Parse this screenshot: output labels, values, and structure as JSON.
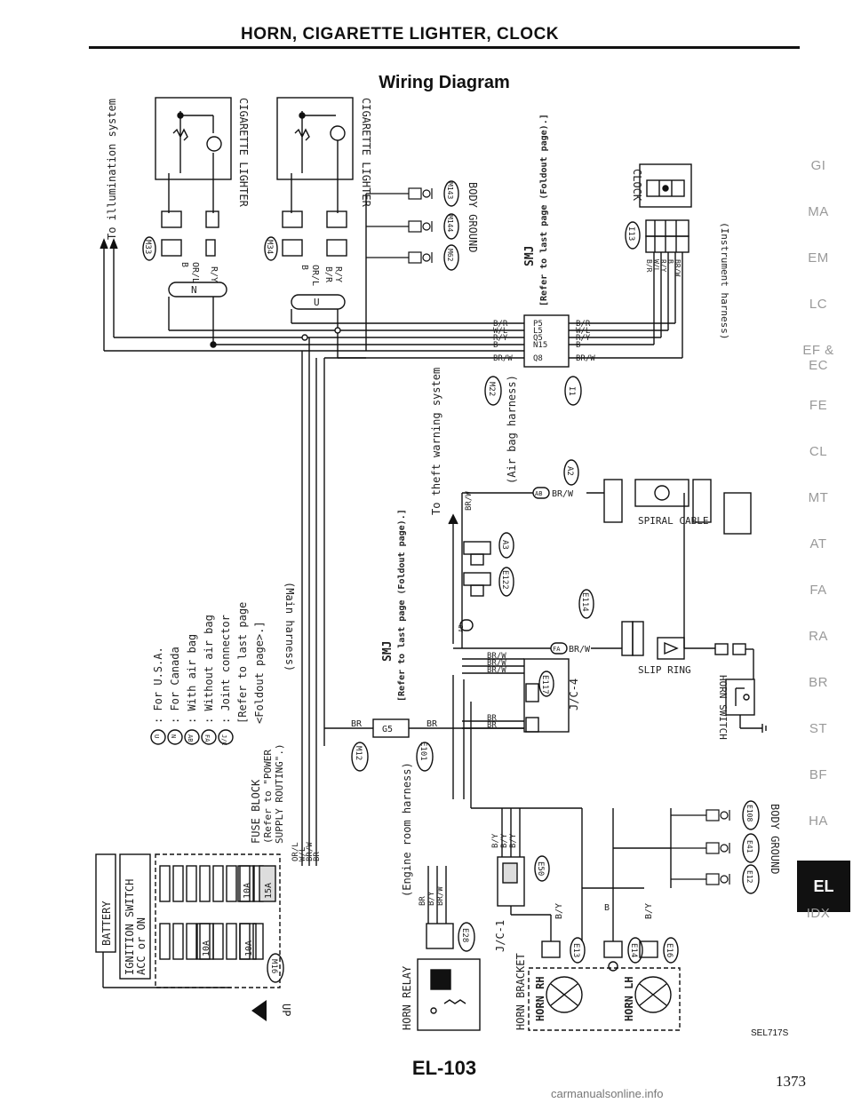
{
  "header": {
    "title": "HORN, CIGARETTE LIGHTER, CLOCK",
    "subtitle": "Wiring Diagram"
  },
  "side_nav": [
    "GI",
    "MA",
    "EM",
    "LC",
    "EF &\nEC",
    "FE",
    "CL",
    "MT",
    "AT",
    "FA",
    "RA",
    "BR",
    "ST",
    "BF",
    "HA",
    "EL",
    "IDX"
  ],
  "side_nav_active": "EL",
  "diagram": {
    "illumination": "To illumination system",
    "cig1": "CIGARETTE LIGHTER",
    "cig2": "CIGARETTE LIGHTER",
    "m33": "M33",
    "m34": "M34",
    "m62": "M62",
    "m144": "M144",
    "m143": "M143",
    "n": "N",
    "u": "U",
    "w_b": "B",
    "w_orl": "OR/L",
    "w_ry": "R/Y",
    "w_br": "B/R",
    "body_ground": "BODY GROUND",
    "smj": "SMJ",
    "smj_ref": "[Refer to last page (Foldout page).]",
    "pins": [
      "P5",
      "L5",
      "Q5",
      "N15",
      "Q8"
    ],
    "wires_l": [
      "B/R",
      "W/L",
      "R/Y",
      "B",
      "BR/W"
    ],
    "wires_r": [
      "B/R",
      "W/L",
      "R/Y",
      "B",
      "BR/W"
    ],
    "m22": "M22",
    "i1": "I1",
    "clock": "CLOCK",
    "i13": "I13",
    "clock_wires": [
      "B/R",
      "W/L",
      "R/Y",
      "B",
      "BR/W"
    ],
    "inst_harness": "(Instrument harness)",
    "theft": "To theft warning system",
    "airbag_harness": "(Air bag harness)",
    "a2": "A2",
    "a3": "A3",
    "e122": "E122",
    "e114": "E114",
    "ab_brw": "BR/W",
    "ab_tag": "AB",
    "fa_tag": "FA",
    "spiral": "SPIRAL CABLE",
    "slip": "SLIP RING",
    "horn_switch": "HORN SWITCH",
    "smj2": "SMJ",
    "smj2_ref": "[Refer to last page (Foldout page).]",
    "legend": [
      {
        "sym": "U",
        "text": ": For U.S.A."
      },
      {
        "sym": "N",
        "text": ": For Canada"
      },
      {
        "sym": "AB",
        "text": ": With air bag"
      },
      {
        "sym": "FA",
        "text": ": Without air bag"
      },
      {
        "sym": "J/C",
        "text": ": Joint connector"
      },
      {
        "sym": "",
        "text": "[Refer to last page"
      },
      {
        "sym": "",
        "text": "<Foldout page>.]"
      }
    ],
    "main_harness": "(Main harness)",
    "fuse_block": "FUSE BLOCK",
    "fuse_ref1": "(Refer to \"POWER",
    "fuse_ref2": "SUPPLY ROUTING\".)",
    "m12": "M12",
    "e101": "E101",
    "g5": "G5",
    "br": "BR",
    "jc4_wires": [
      "BR/W",
      "BR/W",
      "BR/W",
      "BR",
      "BR"
    ],
    "e117": "E117",
    "jc4": "J/C-4",
    "battery": "BATTERY",
    "ign1": "IGNITION SWITCH",
    "ign2": "ACC or ON",
    "fuses_top": [
      "10A",
      "15A"
    ],
    "fuses_bot": [
      "10A",
      "10A"
    ],
    "fuse_wires": [
      "OR/L",
      "W/L",
      "BR/W",
      "BR"
    ],
    "m16": "M16",
    "up": "UP",
    "engine_harness": "(Engine room harness)",
    "horn_relay": "HORN RELAY",
    "e28": "E28",
    "relay_wires": [
      "BR",
      "B/Y",
      "BR/W"
    ],
    "jc1": "J/C-1",
    "e50": "E50",
    "by": "B/Y",
    "horn_bracket": "HORN BRACKET",
    "horn_rh": "HORN RH",
    "horn_lh": "HORN LH",
    "e13": "E13",
    "e14": "E14",
    "e16": "E16",
    "e108": "E108",
    "e41": "E41",
    "e12": "E12",
    "body_ground2": "BODY GROUND"
  },
  "footer": {
    "page": "EL-103",
    "number": "1373",
    "code": "SEL717S"
  },
  "watermark": "carmanualsonline.info"
}
